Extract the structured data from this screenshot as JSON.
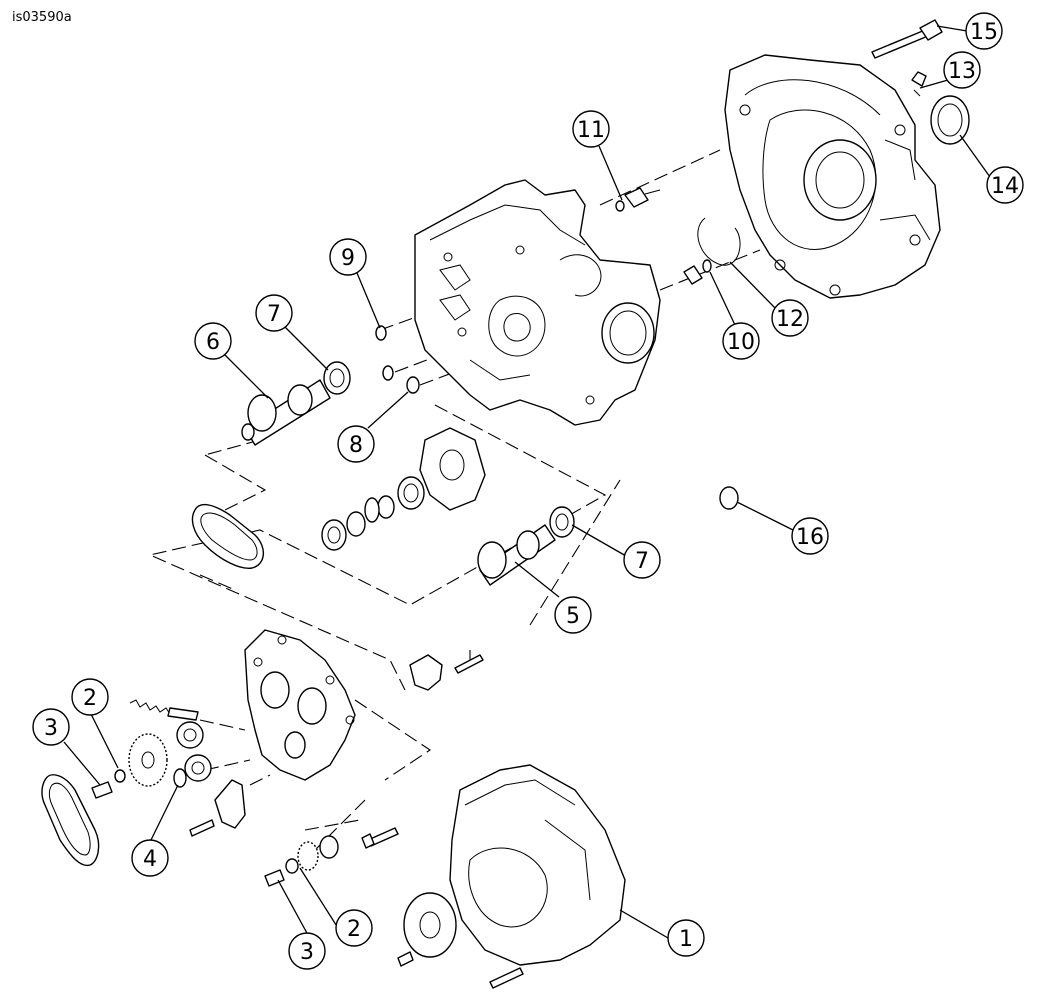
{
  "figure_id": "is03590a",
  "callouts": [
    {
      "label": "1"
    },
    {
      "label": "2"
    },
    {
      "label": "2"
    },
    {
      "label": "3"
    },
    {
      "label": "3"
    },
    {
      "label": "4"
    },
    {
      "label": "5"
    },
    {
      "label": "6"
    },
    {
      "label": "7"
    },
    {
      "label": "7"
    },
    {
      "label": "8"
    },
    {
      "label": "9"
    },
    {
      "label": "10"
    },
    {
      "label": "11"
    },
    {
      "label": "12"
    },
    {
      "label": "13"
    },
    {
      "label": "14"
    },
    {
      "label": "15"
    },
    {
      "label": "16"
    }
  ]
}
